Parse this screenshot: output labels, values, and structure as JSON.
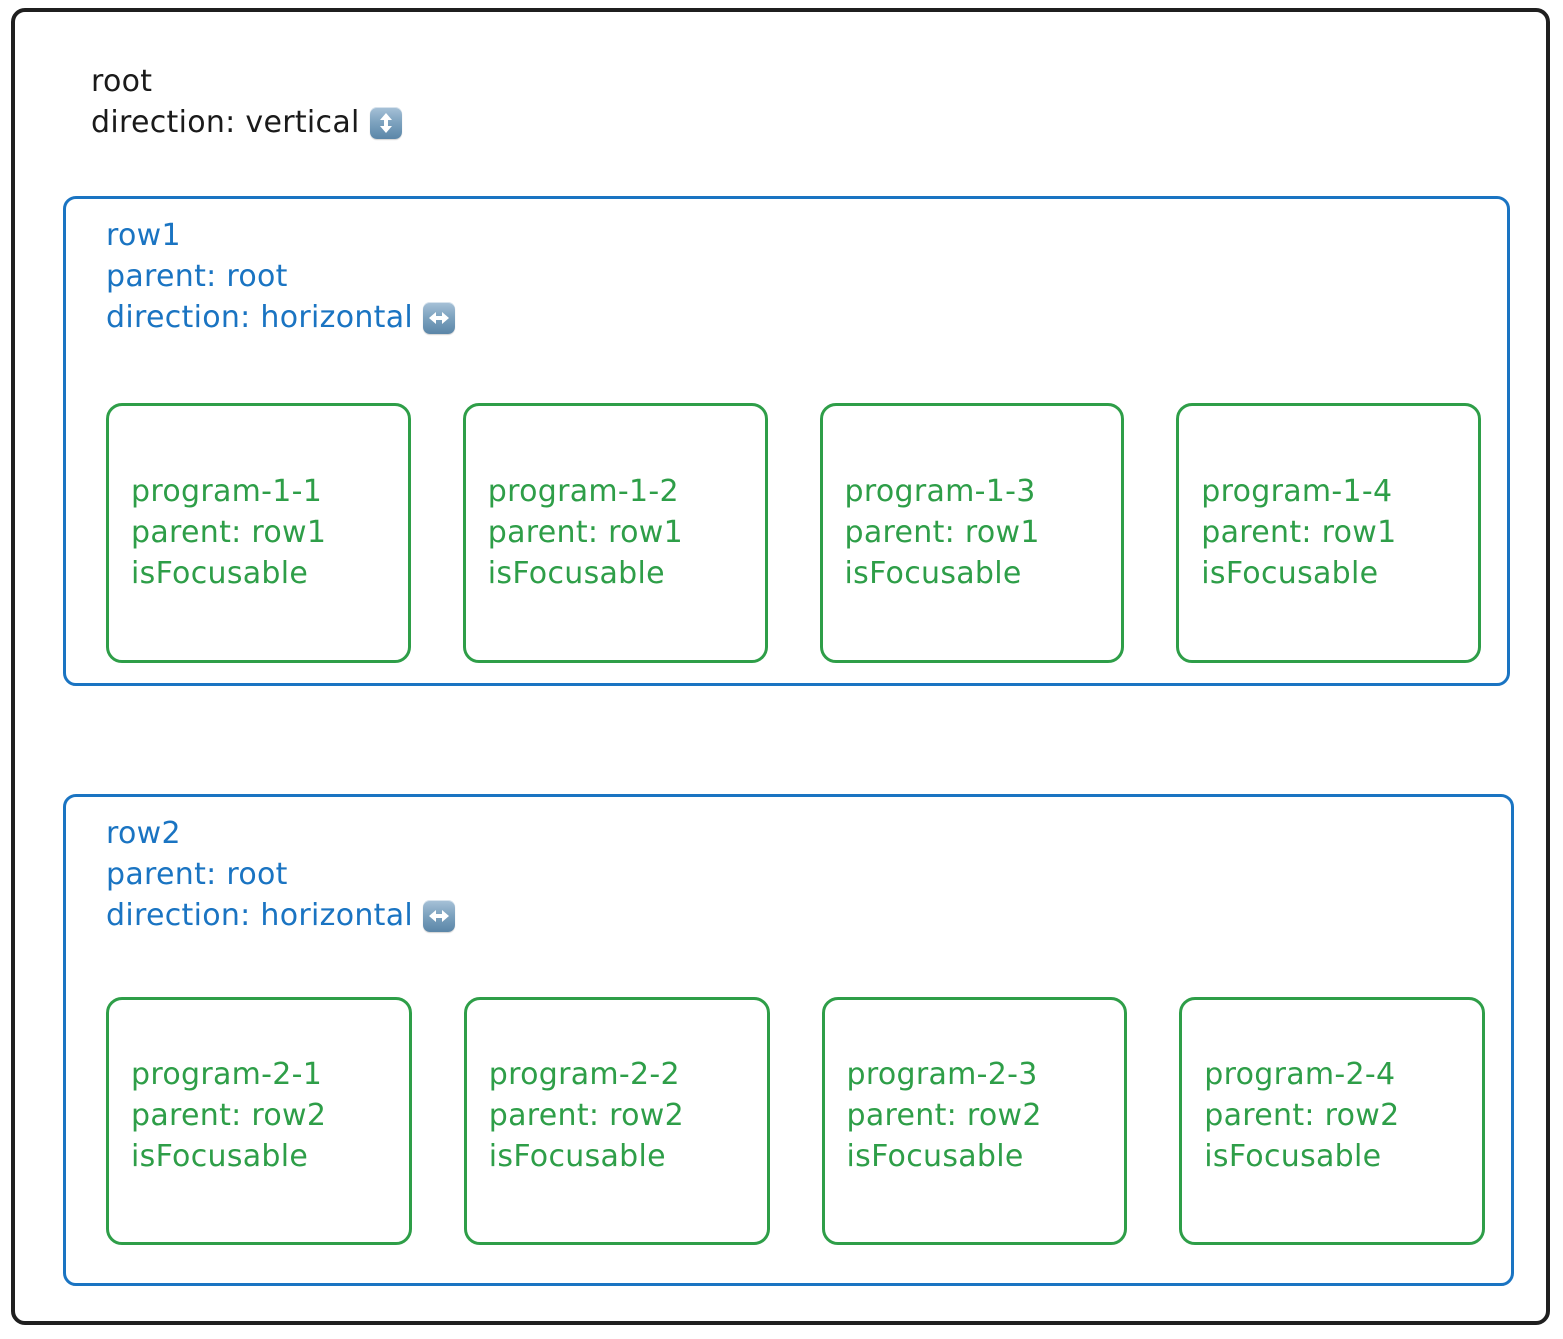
{
  "root": {
    "name": "root",
    "direction_label": "direction: vertical",
    "direction_icon": "up-down-arrow-icon",
    "border_color": "#1f1f1f",
    "text_color": "#1a1a1a"
  },
  "rows": [
    {
      "name": "row1",
      "parent_label": "parent: root",
      "direction_label": "direction: horizontal",
      "direction_icon": "left-right-arrow-icon",
      "color": "#1a74c2",
      "programs": [
        {
          "name": "program-1-1",
          "parent_label": "parent: row1",
          "focusable_label": "isFocusable"
        },
        {
          "name": "program-1-2",
          "parent_label": "parent: row1",
          "focusable_label": "isFocusable"
        },
        {
          "name": "program-1-3",
          "parent_label": "parent: row1",
          "focusable_label": "isFocusable"
        },
        {
          "name": "program-1-4",
          "parent_label": "parent: row1",
          "focusable_label": "isFocusable"
        }
      ]
    },
    {
      "name": "row2",
      "parent_label": "parent: root",
      "direction_label": "direction: horizontal",
      "direction_icon": "left-right-arrow-icon",
      "color": "#1a74c2",
      "programs": [
        {
          "name": "program-2-1",
          "parent_label": "parent: row2",
          "focusable_label": "isFocusable"
        },
        {
          "name": "program-2-2",
          "parent_label": "parent: row2",
          "focusable_label": "isFocusable"
        },
        {
          "name": "program-2-3",
          "parent_label": "parent: row2",
          "focusable_label": "isFocusable"
        },
        {
          "name": "program-2-4",
          "parent_label": "parent: row2",
          "focusable_label": "isFocusable"
        }
      ]
    }
  ],
  "colors": {
    "program_green": "#2e9e48",
    "row_blue": "#1a74c2",
    "root_black": "#1f1f1f"
  }
}
